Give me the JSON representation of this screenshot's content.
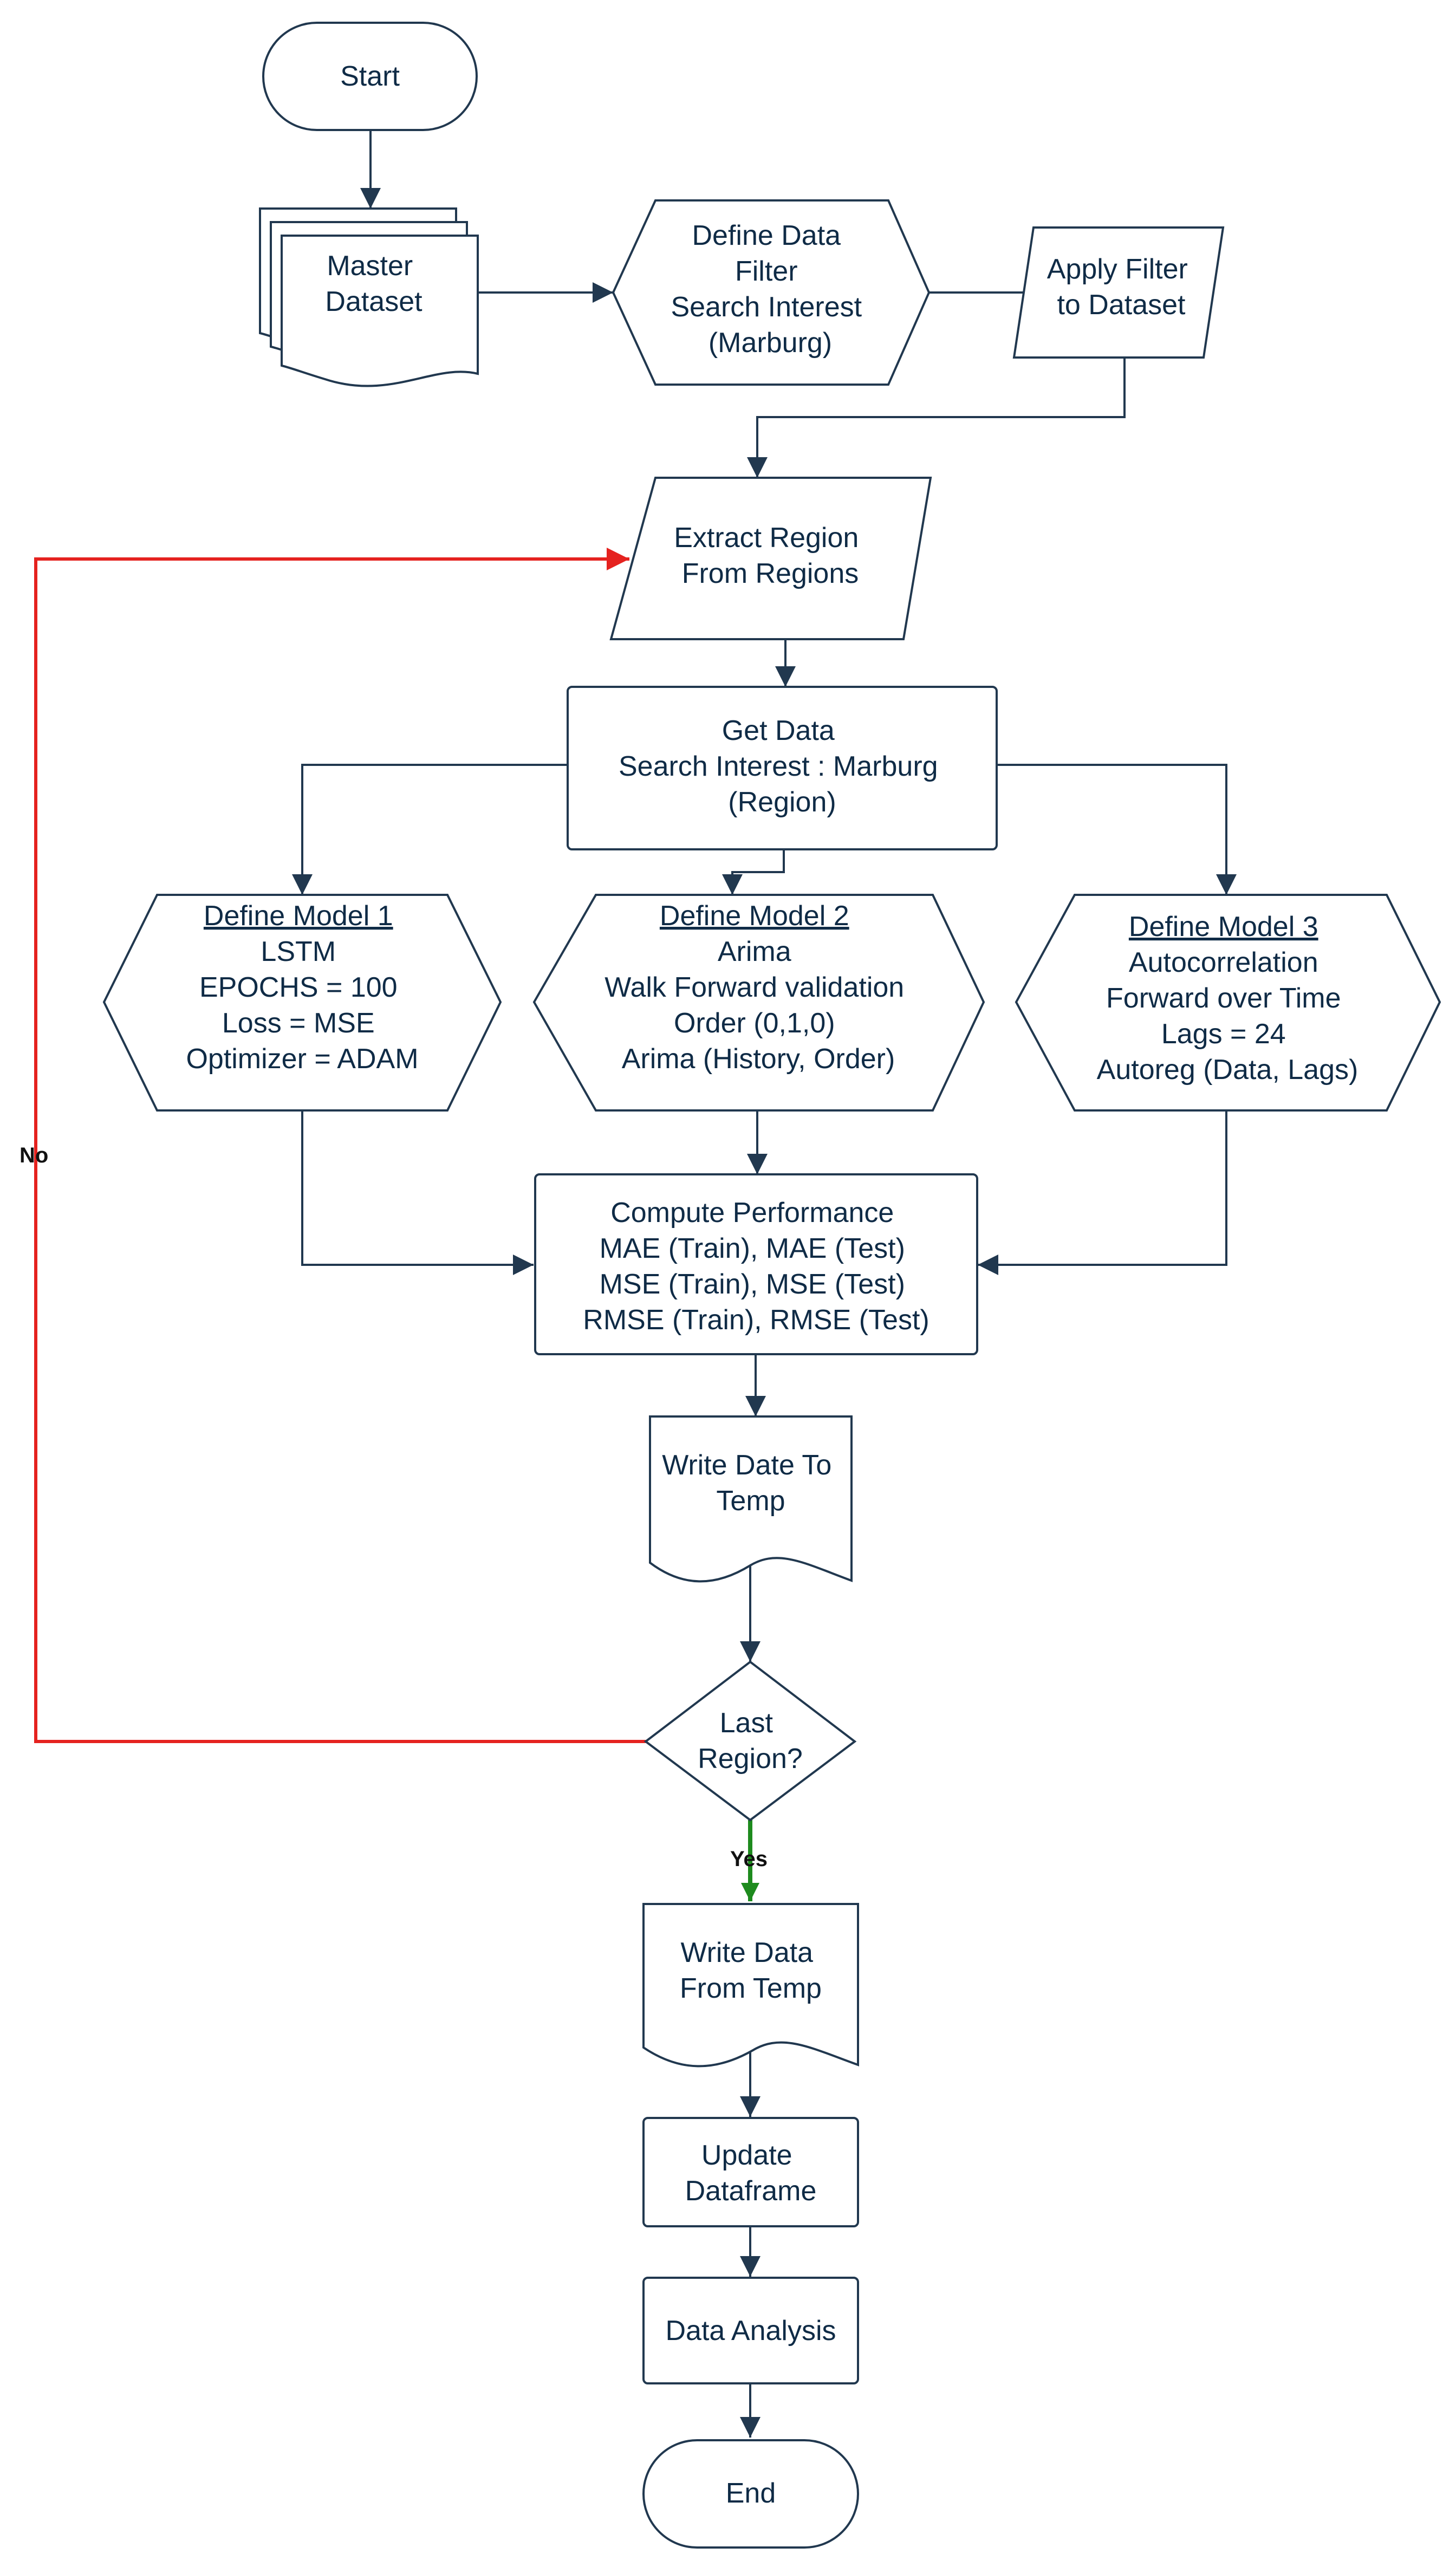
{
  "nodes": {
    "start": {
      "lines": [
        "Start"
      ]
    },
    "master_dataset": {
      "lines": [
        "Master",
        "Dataset"
      ]
    },
    "define_filter": {
      "lines": [
        "Define Data",
        "Filter",
        "Search Interest",
        "(Marburg)"
      ]
    },
    "apply_filter": {
      "lines": [
        "Apply Filter",
        "to Dataset"
      ]
    },
    "extract_region": {
      "lines": [
        "Extract Region",
        "From Regions"
      ]
    },
    "get_data": {
      "lines": [
        "Get Data",
        "Search Interest : Marburg",
        "(Region)"
      ]
    },
    "model1": {
      "title": "Define Model 1",
      "lines": [
        "LSTM",
        "EPOCHS = 100",
        "Loss = MSE",
        "Optimizer = ADAM"
      ]
    },
    "model2": {
      "title": "Define Model 2",
      "lines": [
        "Arima",
        "Walk Forward validation",
        "Order (0,1,0)",
        "Arima (History, Order)"
      ]
    },
    "model3": {
      "title": "Define Model 3",
      "lines": [
        "Autocorrelation",
        "Forward over Time",
        "Lags = 24",
        "Autoreg (Data, Lags)"
      ]
    },
    "compute_performance": {
      "lines": [
        "Compute Performance",
        "MAE (Train), MAE (Test)",
        "MSE (Train), MSE (Test)",
        "RMSE (Train), RMSE (Test)"
      ]
    },
    "write_temp": {
      "lines": [
        "Write Date To",
        "Temp"
      ]
    },
    "last_region": {
      "lines": [
        "Last",
        "Region?"
      ]
    },
    "write_from_temp": {
      "lines": [
        "Write Data",
        "From Temp"
      ]
    },
    "update_dataframe": {
      "lines": [
        "Update",
        "Dataframe"
      ]
    },
    "data_analysis": {
      "lines": [
        "Data Analysis"
      ]
    },
    "end": {
      "lines": [
        "End"
      ]
    }
  },
  "edges": {
    "no_label": "No",
    "yes_label": "Yes"
  },
  "colors": {
    "stroke": "#21384f",
    "text": "#0f2b46",
    "loop_no": "#e5221f",
    "branch_yes": "#1e8b1e"
  }
}
